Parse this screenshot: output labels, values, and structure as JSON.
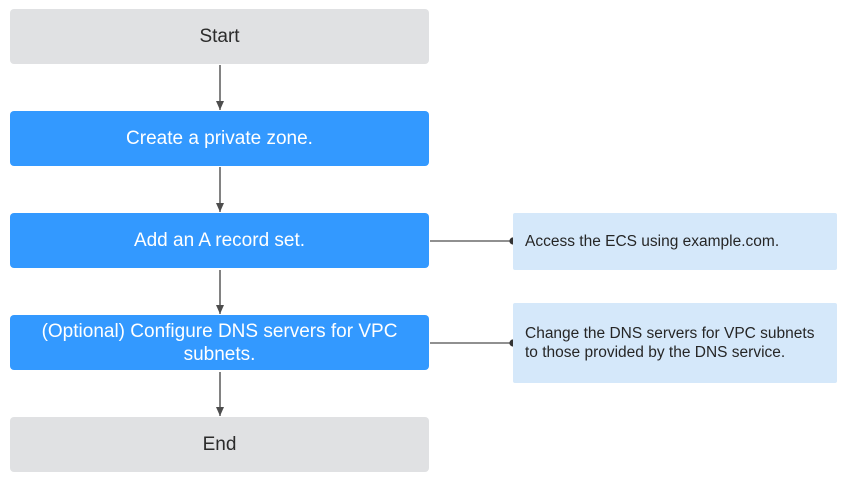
{
  "flow": {
    "start": "Start",
    "step1": "Create a private zone.",
    "step2": "Add an A record set.",
    "step3": "(Optional) Configure DNS servers for VPC subnets.",
    "end": "End"
  },
  "notes": {
    "step2": "Access the ECS using example.com.",
    "step3": "Change the DNS servers for VPC subnets to those provided by the DNS service."
  },
  "colors": {
    "terminal_fill": "#e0e1e3",
    "step_fill": "#3399ff",
    "note_fill": "#d5e8fa",
    "connector": "#4d4d4d"
  }
}
